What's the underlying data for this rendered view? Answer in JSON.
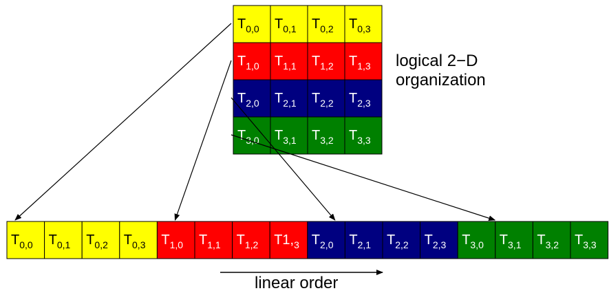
{
  "colors": {
    "yellow": "#ffff00",
    "red": "#ff0000",
    "blue": "#000080",
    "green": "#008000",
    "text_on_yellow": "#000000",
    "text_on_dark": "#ffffff"
  },
  "grid": [
    [
      {
        "main": "T",
        "sub": "0,0"
      },
      {
        "main": "T",
        "sub": "0,1"
      },
      {
        "main": "T",
        "sub": "0,2"
      },
      {
        "main": "T",
        "sub": "0,3"
      }
    ],
    [
      {
        "main": "T",
        "sub": "1,0"
      },
      {
        "main": "T",
        "sub": "1,1"
      },
      {
        "main": "T",
        "sub": "1,2"
      },
      {
        "main": "T",
        "sub": "1,3"
      }
    ],
    [
      {
        "main": "T",
        "sub": "2,0"
      },
      {
        "main": "T",
        "sub": "2,1"
      },
      {
        "main": "T",
        "sub": "2,2"
      },
      {
        "main": "T",
        "sub": "2,3"
      }
    ],
    [
      {
        "main": "T",
        "sub": "3,0"
      },
      {
        "main": "T",
        "sub": "3,1"
      },
      {
        "main": "T",
        "sub": "3,2"
      },
      {
        "main": "T",
        "sub": "3,3"
      }
    ]
  ],
  "linear": [
    {
      "main": "T",
      "sub": "0,0",
      "row": 0
    },
    {
      "main": "T",
      "sub": "0,1",
      "row": 0
    },
    {
      "main": "T",
      "sub": "0,2",
      "row": 0
    },
    {
      "main": "T",
      "sub": "0,3",
      "row": 0
    },
    {
      "main": "T",
      "sub": "1,0",
      "row": 1
    },
    {
      "main": "T",
      "sub": "1,1",
      "row": 1
    },
    {
      "main": "T",
      "sub": "1,2",
      "row": 1
    },
    {
      "main": "T1,",
      "sub": "3",
      "row": 1
    },
    {
      "main": "T",
      "sub": "2,0",
      "row": 2
    },
    {
      "main": "T",
      "sub": "2,1",
      "row": 2
    },
    {
      "main": "T",
      "sub": "2,2",
      "row": 2
    },
    {
      "main": "T",
      "sub": "2,3",
      "row": 2
    },
    {
      "main": "T",
      "sub": "3,0",
      "row": 3
    },
    {
      "main": "T",
      "sub": "3,1",
      "row": 3
    },
    {
      "main": "T",
      "sub": "3,2",
      "row": 3
    },
    {
      "main": "T",
      "sub": "3,3",
      "row": 3
    }
  ],
  "labels": {
    "organization_line1": "logical 2−D",
    "organization_line2": "organization",
    "linear_order": "linear order"
  }
}
